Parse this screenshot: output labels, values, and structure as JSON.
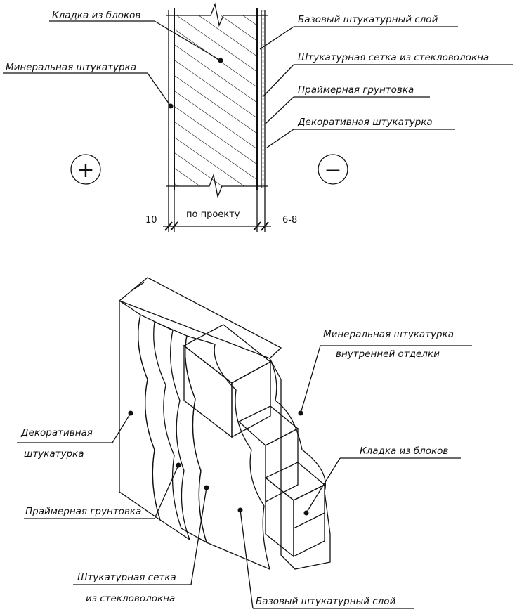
{
  "top_section": {
    "labels": {
      "masonry": "Кладка из блоков",
      "mineral_plaster": "Минеральная штукатурка",
      "base_layer": "Базовый штукатурный слой",
      "fiberglass_mesh": "Штукатурная сетка из стекловолокна",
      "primer": "Праймерная грунтовка",
      "decorative_plaster": "Декоративная штукатурка"
    },
    "symbols": {
      "inside": "+",
      "outside": "−"
    },
    "dimensions": {
      "left": "10",
      "middle": "по проекту",
      "right": "6-8"
    }
  },
  "bottom_section": {
    "labels": {
      "mineral_interior_1": "Минеральная штукатурка",
      "mineral_interior_2": "внутренней отделки",
      "masonry": "Кладка из блоков",
      "decorative_1": "Декоративная",
      "decorative_2": "штукатурка",
      "primer": "Праймерная грунтовка",
      "mesh_1": "Штукатурная сетка",
      "mesh_2": "из стекловолокна",
      "base_layer": "Базовый штукатурный слой"
    }
  }
}
